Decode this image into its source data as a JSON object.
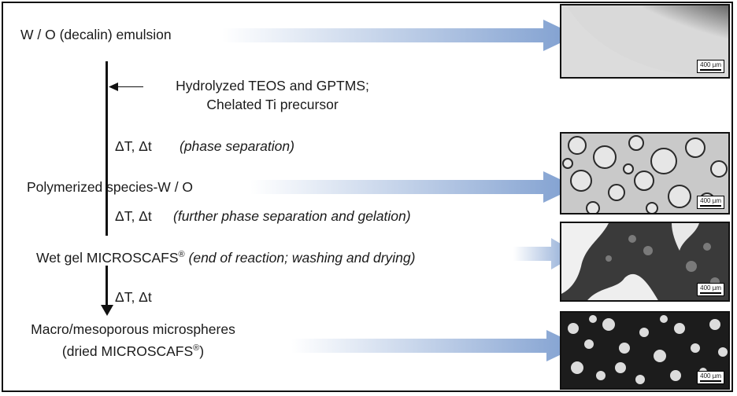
{
  "steps": {
    "emulsion": "W / O (decalin) emulsion",
    "precursors_line1": "Hydrolyzed TEOS and GPTMS;",
    "precursors_line2": "Chelated Ti precursor",
    "delta1": "ΔT, Δt",
    "phase_sep": "(phase separation)",
    "polymerized": "Polymerized species-W / O",
    "delta2": "ΔT, Δt",
    "further_sep": "(further phase separation and gelation)",
    "wet_gel": "Wet gel MICROSCAFS",
    "reg": "®",
    "wet_gel_note": " (end of reaction; washing and drying)",
    "delta3": "ΔT, Δt",
    "macro_line1": "Macro/mesoporous microspheres",
    "macro_line2_a": "(dried MICROSCAFS",
    "macro_line2_b": ")"
  },
  "scale_label": "400 µm",
  "colors": {
    "arrow_start": "#ffffff",
    "arrow_end": "#7f9fd0",
    "line": "#111111"
  }
}
